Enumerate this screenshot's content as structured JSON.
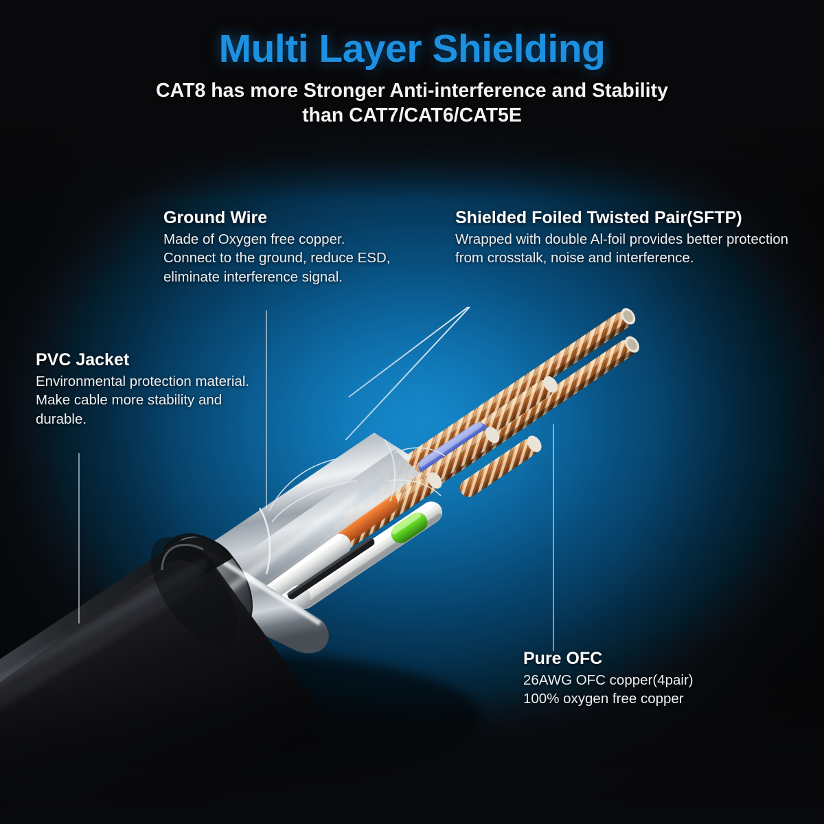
{
  "header": {
    "title": "Multi Layer Shielding",
    "subtitle_line1": "CAT8 has more Stronger Anti-interference and Stability",
    "subtitle_line2": "than CAT7/CAT6/CAT5E",
    "title_color": "#1e90e0",
    "subtitle_color": "#f2f4f6"
  },
  "background": {
    "base_color": "#09090b",
    "glow_color": "#1487c9",
    "glow_mid_color": "#0a5e94",
    "glow_edge_color": "#03202f"
  },
  "annotations": [
    {
      "id": "ground-wire",
      "heading": "Ground Wire",
      "body": "Made of Oxygen free copper. Connect to the ground, reduce ESD, eliminate interference signal."
    },
    {
      "id": "sftp",
      "heading": "Shielded Foiled Twisted Pair(SFTP)",
      "body": "Wrapped with double Al-foil provides better protection from crosstalk, noise and interference."
    },
    {
      "id": "pvc-jacket",
      "heading": "PVC Jacket",
      "body": "Environmental protection material. Make cable more stability and durable."
    },
    {
      "id": "pure-ofc",
      "heading": "Pure OFC",
      "body_line1": "26AWG OFC copper(4pair)",
      "body_line2": "100% oxygen free copper"
    }
  ],
  "cable": {
    "jacket_color": "#141417",
    "foil_color": "#c9ced4",
    "copper_color": "#c87334",
    "copper_highlight": "#f0c89a",
    "insulation_colors": {
      "white": "#f4f4f2",
      "orange": "#ef7f34",
      "blue": "#4b63c8",
      "green": "#62d42a"
    },
    "pair_count": 4,
    "leader_line_color": "#dfe6ec"
  }
}
